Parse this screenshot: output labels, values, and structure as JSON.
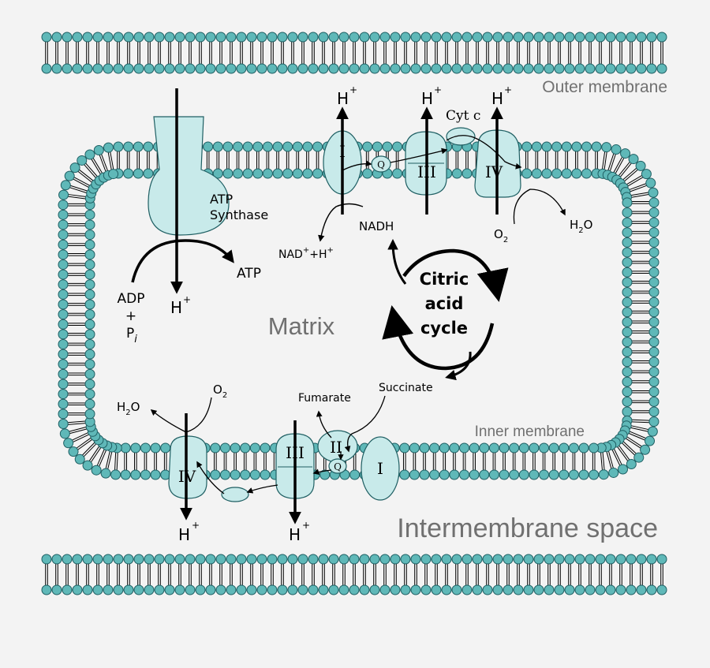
{
  "regions": {
    "outer_membrane": "Outer membrane",
    "inner_membrane": "Inner membrane",
    "intermembrane_space": "Intermembrane space",
    "matrix": "Matrix"
  },
  "complexes": {
    "i": "I",
    "ii": "II",
    "iii": "III",
    "iv": "IV",
    "q": "Q",
    "cyt_c": "Cyt c"
  },
  "atp_synthase": {
    "line1": "ATP",
    "line2": "Synthase"
  },
  "ions": {
    "h": "H",
    "plus": "+"
  },
  "molecules": {
    "nadh": "NADH",
    "nad": "NAD",
    "nad_tail": "+H",
    "atp": "ATP",
    "adp": "ADP",
    "plus": "+",
    "p": "P",
    "p_sub": "i",
    "o": "O",
    "two": "2",
    "h2o_h": "H",
    "h2o_o": "O",
    "fumarate": "Fumarate",
    "succinate": "Succinate"
  },
  "citric_cycle": {
    "line1": "Citric",
    "line2": "acid",
    "line3": "cycle"
  },
  "colors": {
    "head_fill": "#5fb8b8",
    "head_stroke": "#1f5f63",
    "protein_fill": "#c8eaea",
    "label_grey": "#707070"
  }
}
